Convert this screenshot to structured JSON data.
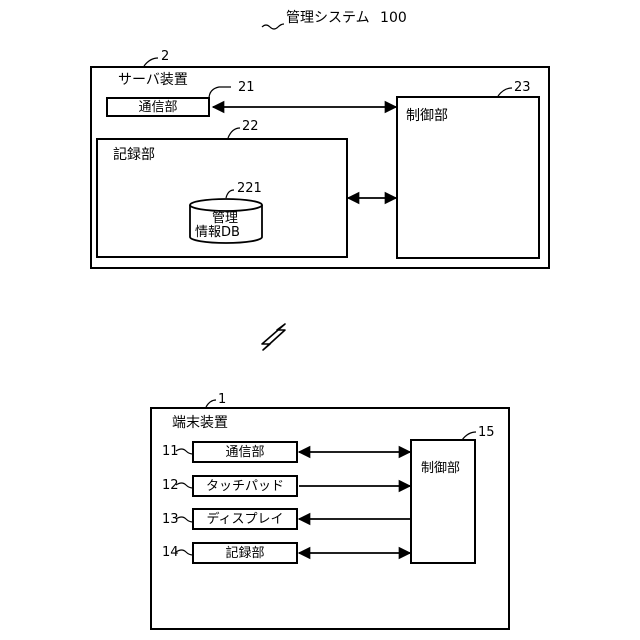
{
  "title": {
    "text": "管理システム",
    "number": "100"
  },
  "server": {
    "number": "2",
    "name": "サーバ装置",
    "comm": {
      "label": "通信部",
      "number": "21"
    },
    "storage": {
      "label": "記録部",
      "number": "22"
    },
    "db": {
      "line1": "管理",
      "line2": "情報DB",
      "number": "221"
    },
    "control": {
      "label": "制御部",
      "number": "23"
    }
  },
  "terminal": {
    "number": "1",
    "name": "端末装置",
    "control": {
      "label": "制御部",
      "number": "15"
    },
    "components": [
      {
        "label": "通信部",
        "number": "11"
      },
      {
        "label": "タッチパッド",
        "number": "12"
      },
      {
        "label": "ディスプレイ",
        "number": "13"
      },
      {
        "label": "記録部",
        "number": "14"
      }
    ]
  }
}
